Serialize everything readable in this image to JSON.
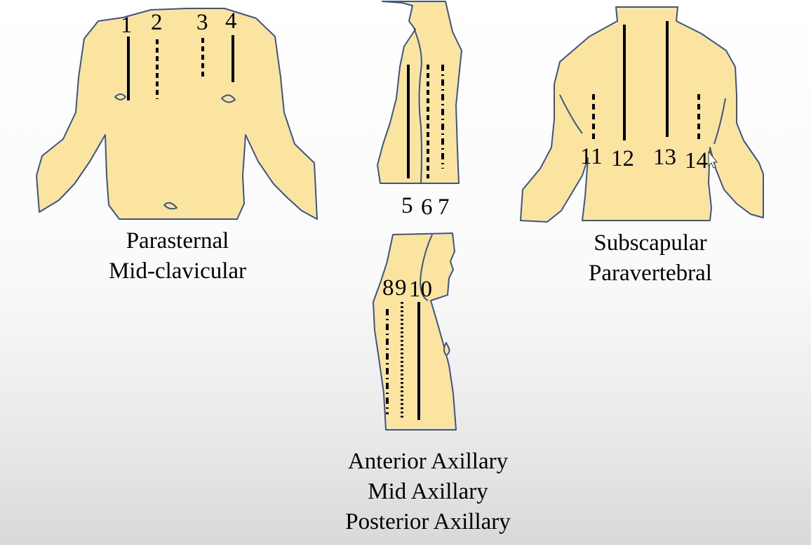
{
  "colors": {
    "skin": "#fbe3a0",
    "outline": "#3a5687",
    "line": "#000000"
  },
  "views": {
    "front": {
      "caption": [
        "Parasternal",
        "Mid-clavicular"
      ],
      "lines": [
        {
          "label": "1",
          "style": "solid"
        },
        {
          "label": "2",
          "style": "dashed"
        },
        {
          "label": "3",
          "style": "dashed"
        },
        {
          "label": "4",
          "style": "solid"
        }
      ]
    },
    "side_right": {
      "lines": [
        {
          "label": "5",
          "style": "solid"
        },
        {
          "label": "6",
          "style": "dashed"
        },
        {
          "label": "7",
          "style": "dash-dot"
        }
      ]
    },
    "side_left": {
      "caption": [
        "Anterior Axillary",
        "Mid Axillary",
        "Posterior Axillary"
      ],
      "lines": [
        {
          "label": "8",
          "style": "dash-dot"
        },
        {
          "label": "9",
          "style": "dotted"
        },
        {
          "label": "10",
          "style": "solid"
        }
      ]
    },
    "back": {
      "caption": [
        "Subscapular",
        "Paravertebral"
      ],
      "lines": [
        {
          "label": "11",
          "style": "dashed"
        },
        {
          "label": "12",
          "style": "solid"
        },
        {
          "label": "13",
          "style": "solid"
        },
        {
          "label": "14",
          "style": "dashed"
        }
      ]
    }
  }
}
